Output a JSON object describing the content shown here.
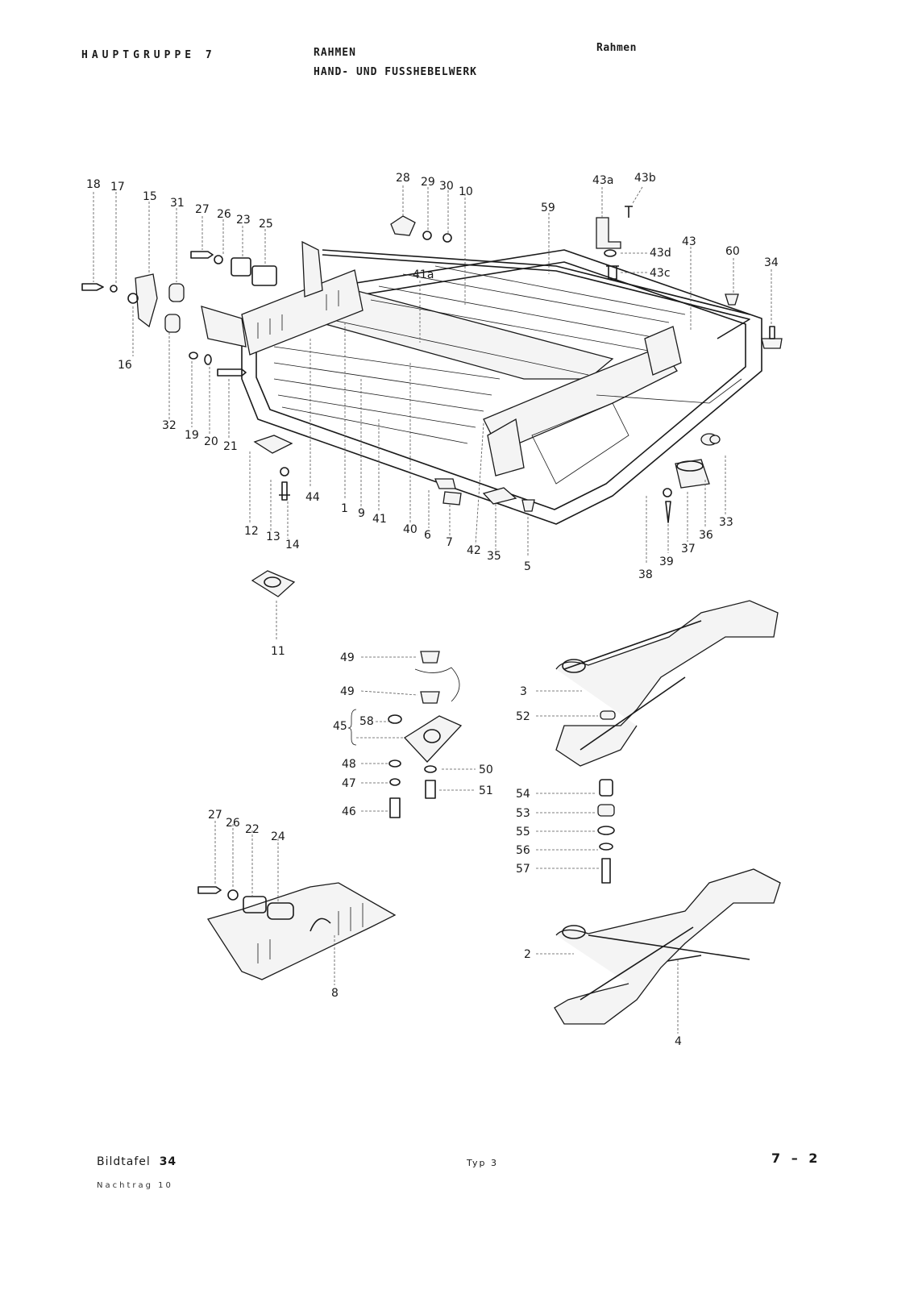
{
  "header": {
    "group": "HAUPTGRUPPE 7",
    "title_line1": "RAHMEN",
    "title_line2": "HAND- UND FUSSHEBELWERK",
    "right_label": "Rahmen"
  },
  "footer": {
    "plate_prefix": "Bildtafel",
    "plate_number": "34",
    "supplement": "Nachtrag 10",
    "type_label": "Typ 3",
    "page_ref": "7 – 2"
  },
  "callouts": {
    "c18": "18",
    "c17": "17",
    "c15": "15",
    "c31": "31",
    "c27a": "27",
    "c26a": "26",
    "c23": "23",
    "c25": "25",
    "c28": "28",
    "c29": "29",
    "c30": "30",
    "c10": "10",
    "c59": "59",
    "c43a": "43a",
    "c43b": "43b",
    "c43d": "43d",
    "c43c": "43c",
    "c43": "43",
    "c60": "60",
    "c34": "34",
    "c41a": "41a",
    "c16": "16",
    "c32": "32",
    "c19": "19",
    "c20": "20",
    "c21": "21",
    "c12": "12",
    "c13": "13",
    "c14": "14",
    "c44": "44",
    "c1": "1",
    "c9": "9",
    "c41": "41",
    "c40": "40",
    "c6": "6",
    "c7": "7",
    "c42": "42",
    "c35": "35",
    "c5": "5",
    "c38": "38",
    "c39": "39",
    "c37": "37",
    "c36": "36",
    "c33": "33",
    "c11": "11",
    "c49a": "49",
    "c49b": "49",
    "c45": "45",
    "c58": "58",
    "c48": "48",
    "c50": "50",
    "c47": "47",
    "c51": "51",
    "c46": "46",
    "c3": "3",
    "c52": "52",
    "c54": "54",
    "c53": "53",
    "c55": "55",
    "c56": "56",
    "c57": "57",
    "c27b": "27",
    "c26b": "26",
    "c22": "22",
    "c24": "24",
    "c8": "8",
    "c2": "2",
    "c4": "4"
  },
  "colors": {
    "ink": "#1a1a1a",
    "paper": "#ffffff"
  }
}
